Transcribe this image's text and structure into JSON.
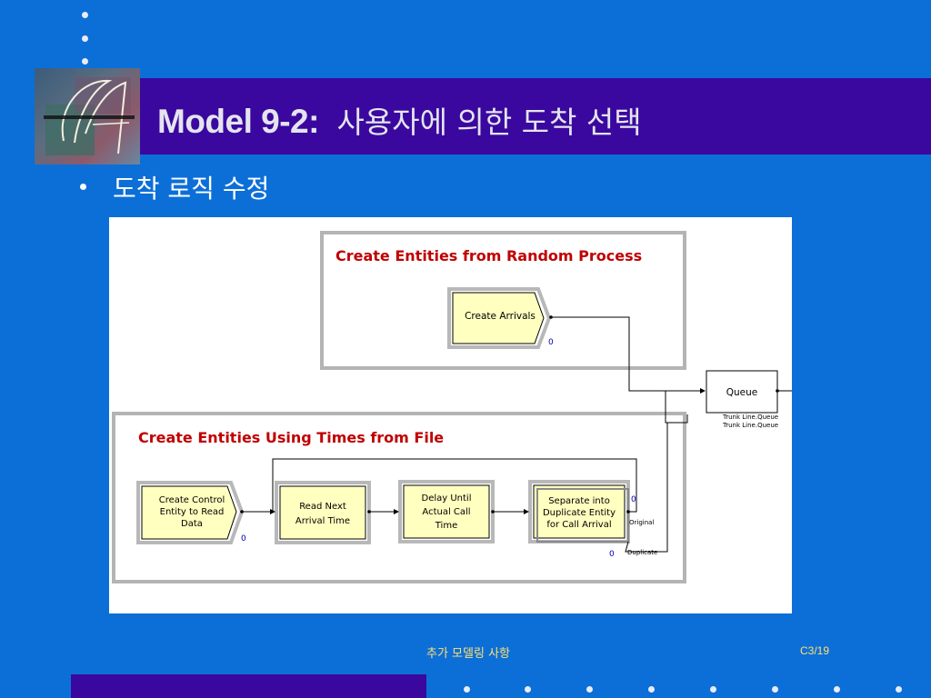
{
  "slide": {
    "title_model": "Model 9-2:",
    "title_korean": "사용자에 의한 도착 선택",
    "bullet": "도착 로직 수정",
    "footer_center": "추가 모델링 사항",
    "footer_right": "C3/19"
  },
  "diagram": {
    "random_group_title": "Create Entities from Random Process",
    "file_group_title": "Create Entities Using Times from File",
    "modules": {
      "create_arrivals": "Create Arrivals",
      "queue": "Queue",
      "create_control": [
        "Create Control",
        "Entity to Read",
        "Data"
      ],
      "read_next": [
        "Read Next",
        "Arrival Time"
      ],
      "delay_until": [
        "Delay Until",
        "Actual Call",
        "Time"
      ],
      "separate": [
        "Separate into",
        "Duplicate Entity",
        "for Call Arrival"
      ]
    },
    "queue_labels": [
      "Trunk Line.Queue",
      "Trunk Line.Queue"
    ],
    "port_labels": {
      "original": "Original",
      "duplicate": "Duplicate"
    },
    "counters": {
      "create_arrivals": "0",
      "create_control": "0",
      "separate_original": "0",
      "separate_duplicate": "0"
    }
  },
  "colors": {
    "background": "#0c6fd8",
    "bar": "#3a089e",
    "module_fill": "#ffffc0",
    "group_title": "#c00000",
    "footer_text": "#ffe070"
  }
}
